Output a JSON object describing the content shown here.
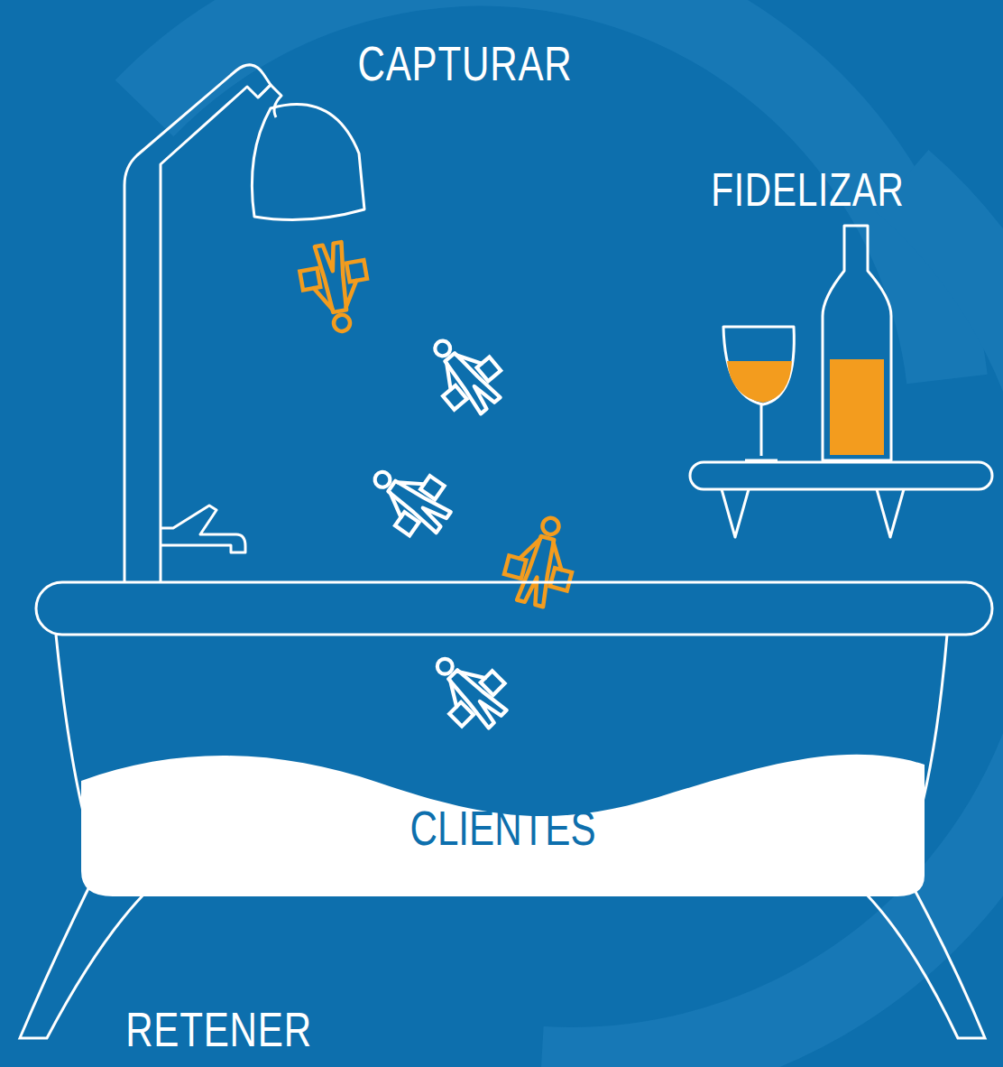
{
  "diagram": {
    "nodes": [
      {
        "text": [
          "CLIENTES"
        ]
      }
    ],
    "labels": [
      "CAPTURAR",
      "FIDELIZAR",
      "RETENER"
    ]
  }
}
